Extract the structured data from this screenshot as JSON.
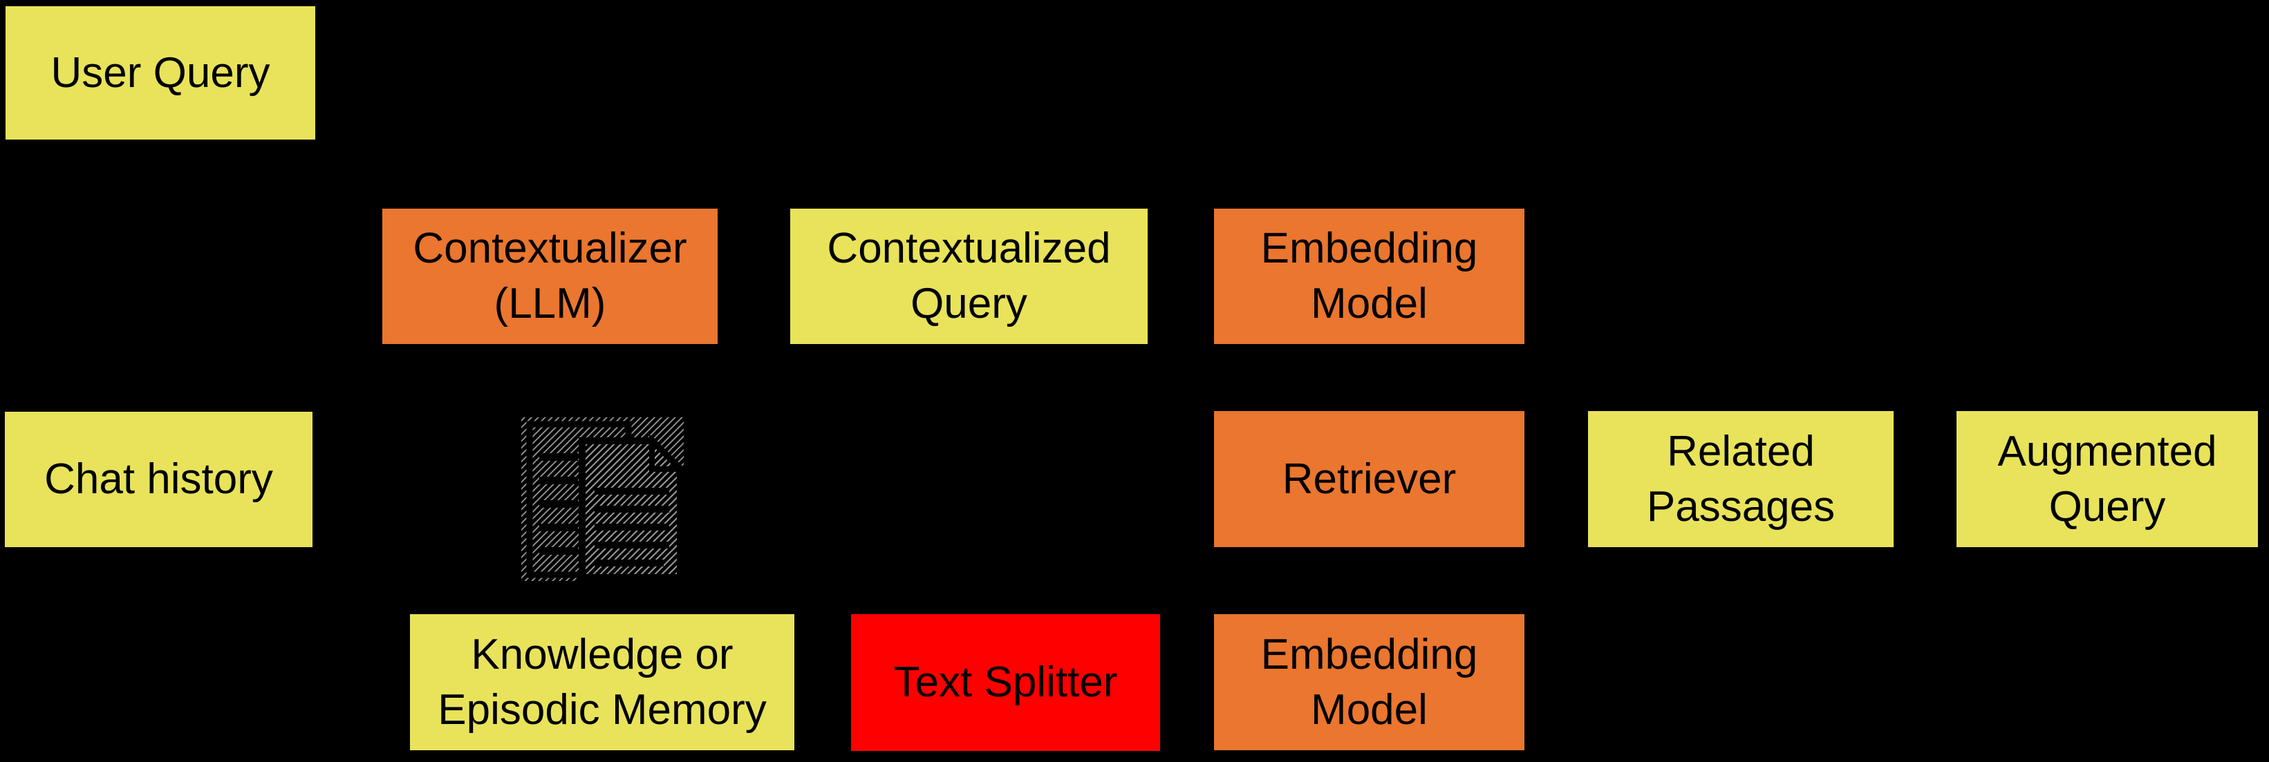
{
  "diagram": {
    "background": "#000000"
  },
  "colors": {
    "yellow": "#E8E35A",
    "orange": "#EA762F",
    "red": "#FF0000",
    "text": "#000000",
    "icon_hatch": "#9A9A9A"
  },
  "nodes": {
    "user_query": {
      "label": "User Query"
    },
    "contextualizer": {
      "label": "Contextualizer\n(LLM)"
    },
    "contextualized_query": {
      "label": "Contextualized\nQuery"
    },
    "embedding_model_top": {
      "label": "Embedding\nModel"
    },
    "chat_history": {
      "label": "Chat history"
    },
    "retriever": {
      "label": "Retriever"
    },
    "related_passages": {
      "label": "Related\nPassages"
    },
    "augmented_query": {
      "label": "Augmented\nQuery"
    },
    "knowledge_memory": {
      "label": "Knowledge or\nEpisodic Memory"
    },
    "text_splitter": {
      "label": "Text Splitter"
    },
    "embedding_model_bottom": {
      "label": "Embedding\nModel"
    }
  },
  "icons": {
    "documents": {
      "name": "documents-icon"
    }
  }
}
